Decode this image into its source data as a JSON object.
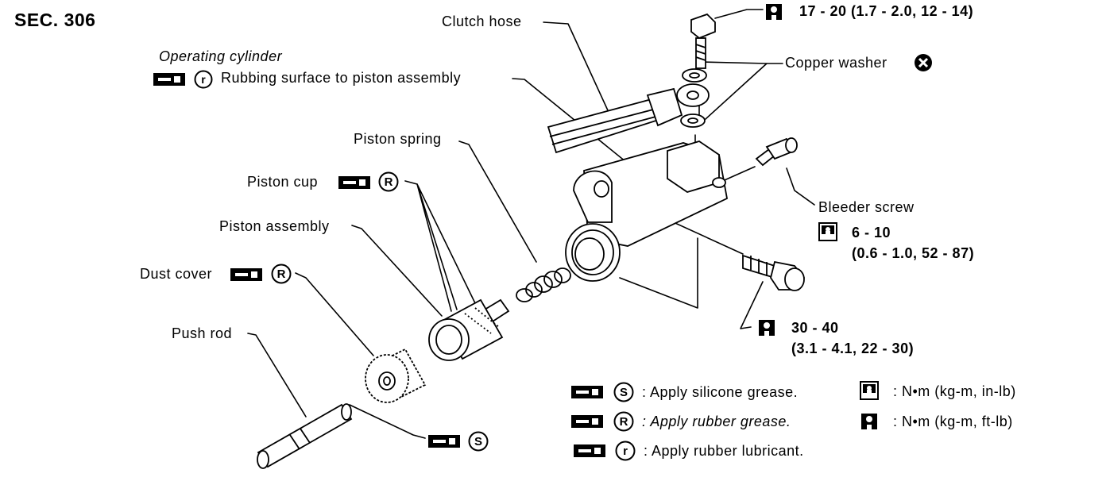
{
  "section": "SEC. 306",
  "labels": {
    "clutch_hose": "Clutch hose",
    "torque_top": "17 - 20 (1.7 - 2.0, 12 - 14)",
    "copper_washer": "Copper washer",
    "operating_cylinder": "Operating cylinder",
    "rubbing_surface": "Rubbing surface to piston assembly",
    "piston_spring": "Piston spring",
    "piston_cup": "Piston cup",
    "piston_assembly": "Piston assembly",
    "dust_cover": "Dust cover",
    "push_rod": "Push rod",
    "bleeder_screw": "Bleeder screw",
    "bleeder_torque_1": "6 - 10",
    "bleeder_torque_2": "(0.6 - 1.0, 52 - 87)",
    "bolt_torque_1": "30 - 40",
    "bolt_torque_2": "(3.1 - 4.1, 22 - 30)"
  },
  "legend": {
    "silicone": ": Apply silicone grease.",
    "rubber_grease": ": Apply rubber grease.",
    "rubber_lubricant": ": Apply rubber lubricant.",
    "nm_inlb": ": N•m (kg-m, in-lb)",
    "nm_ftlb": ": N•m (kg-m, ft-lb)"
  },
  "symbols": {
    "S": "S",
    "R": "R",
    "r": "r"
  },
  "icons": [
    "grease-gun-icon",
    "torque-wrench-icon",
    "torque-wrench-small-icon",
    "do-not-reuse-icon"
  ]
}
